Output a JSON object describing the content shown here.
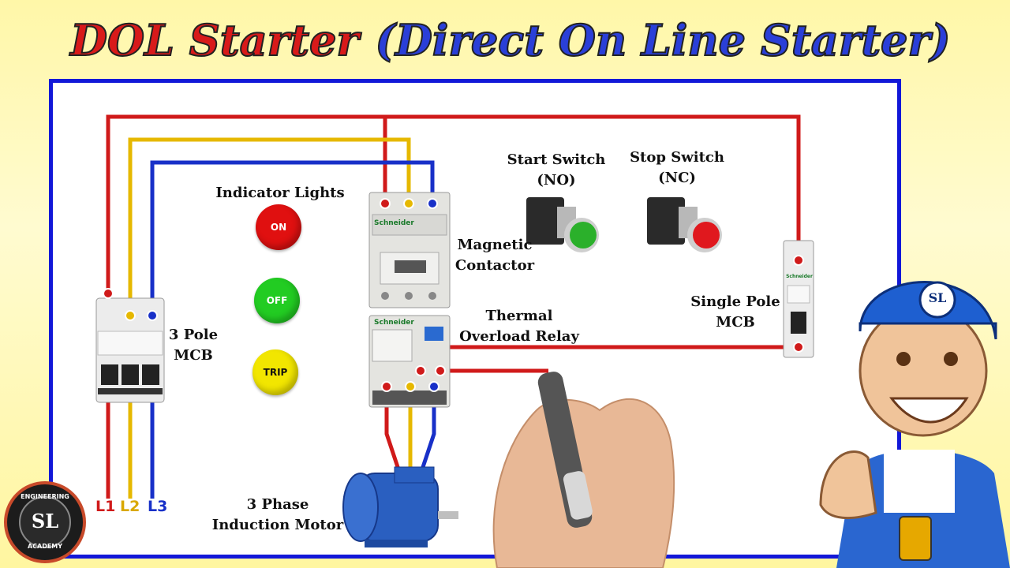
{
  "title": {
    "main": "DOL Starter",
    "sub": "(Direct On Line Starter)"
  },
  "labels": {
    "indicator_lights": "Indicator Lights",
    "start_switch": "Start Switch",
    "start_switch_type": "(NO)",
    "stop_switch": "Stop Switch",
    "stop_switch_type": "(NC)",
    "magnetic_contactor_1": "Magnetic",
    "magnetic_contactor_2": "Contactor",
    "thermal_relay_1": "Thermal",
    "thermal_relay_2": "Overload Relay",
    "mcb3_1": "3 Pole",
    "mcb3_2": "MCB",
    "mcb1_1": "Single Pole",
    "mcb1_2": "MCB",
    "motor_1": "3 Phase",
    "motor_2": "Induction Motor"
  },
  "lights": {
    "on": "ON",
    "off": "OFF",
    "trip": "TRIP"
  },
  "phases": [
    "L1",
    "L2",
    "L3"
  ],
  "brand": "Schneider",
  "logo": {
    "top": "ENGINEERING",
    "bottom": "ACADEMY",
    "initials": "SL"
  },
  "colors": {
    "red_wire": "#d01a1a",
    "yellow_wire": "#e6b800",
    "blue_wire": "#1830c8",
    "frame": "#1218d8",
    "on_light": "#e01010",
    "off_light": "#22cc22",
    "trip_light": "#f2e600"
  }
}
